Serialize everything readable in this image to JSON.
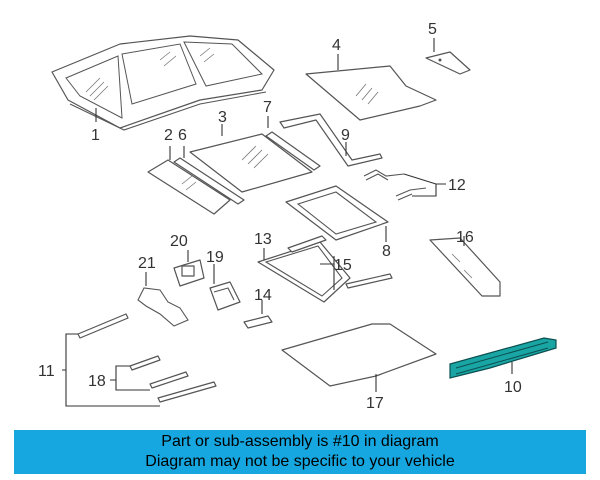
{
  "callouts": [
    {
      "id": "callout-1",
      "label": "1"
    },
    {
      "id": "callout-2",
      "label": "2"
    },
    {
      "id": "callout-3",
      "label": "3"
    },
    {
      "id": "callout-4",
      "label": "4"
    },
    {
      "id": "callout-5",
      "label": "5"
    },
    {
      "id": "callout-6",
      "label": "6"
    },
    {
      "id": "callout-7",
      "label": "7"
    },
    {
      "id": "callout-8",
      "label": "8"
    },
    {
      "id": "callout-9",
      "label": "9"
    },
    {
      "id": "callout-10",
      "label": "10"
    },
    {
      "id": "callout-11",
      "label": "11"
    },
    {
      "id": "callout-12",
      "label": "12"
    },
    {
      "id": "callout-13",
      "label": "13"
    },
    {
      "id": "callout-14",
      "label": "14"
    },
    {
      "id": "callout-15",
      "label": "15"
    },
    {
      "id": "callout-16",
      "label": "16"
    },
    {
      "id": "callout-17",
      "label": "17"
    },
    {
      "id": "callout-18",
      "label": "18"
    },
    {
      "id": "callout-19",
      "label": "19"
    },
    {
      "id": "callout-20",
      "label": "20"
    },
    {
      "id": "callout-21",
      "label": "21"
    }
  ],
  "highlighted_part": "10",
  "colors": {
    "highlight": "#1aa5a5",
    "banner": "#16a7e0"
  },
  "banner": {
    "line1": "Part or sub-assembly is #10 in diagram",
    "line2": "Diagram may not be specific to your vehicle"
  }
}
